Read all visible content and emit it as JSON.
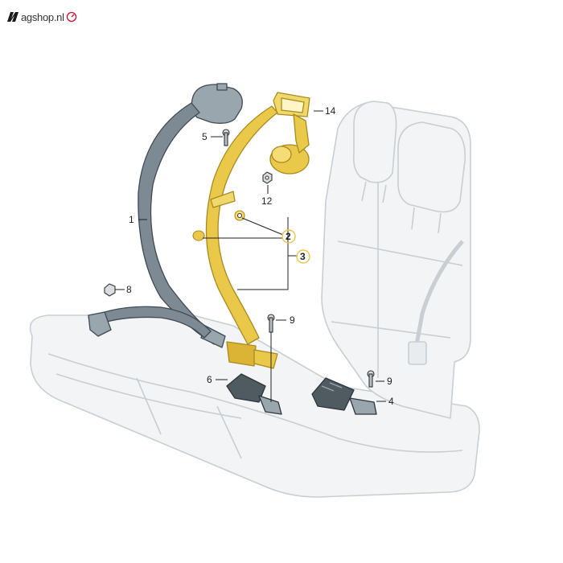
{
  "brand": {
    "name": "agshop.nl",
    "accent": "#c8102e"
  },
  "colors": {
    "highlight_belt": "#e9c84a",
    "highlight_stroke": "#a88a1e",
    "grey_belt": "#7d8a93",
    "grey_stroke": "#3f4a52",
    "seat_stroke": "#c9ced2",
    "seat_fill": "#f3f4f5"
  },
  "callouts": {
    "c1": "1",
    "c2": "2",
    "c3": "3",
    "c4": "4",
    "c5": "5",
    "c6": "6",
    "c8": "8",
    "c9a": "9",
    "c9b": "9",
    "c12": "12",
    "c14": "14"
  }
}
